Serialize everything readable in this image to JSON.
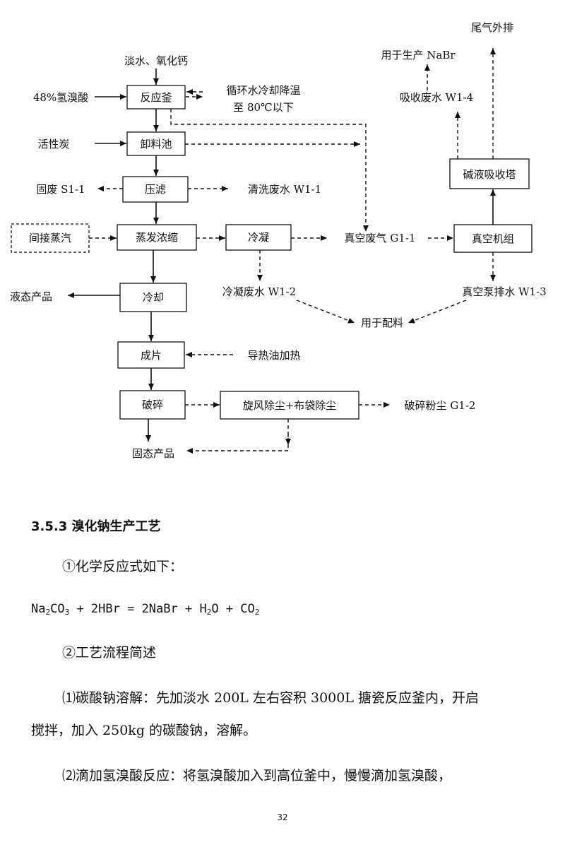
{
  "diagram": {
    "reactor": "反应釜",
    "discharge_tank": "卸料池",
    "filter_press": "压滤",
    "evaporation": "蒸发浓缩",
    "condensation": "冷凝",
    "cooling": "冷却",
    "flaking": "成片",
    "crushing": "破碎",
    "dust_removal": "旋风除尘+布袋除尘",
    "vacuum_unit": "真空机组",
    "alkali_tower": "碱液吸收塔",
    "indirect_steam": "间接蒸汽",
    "input_water_ca": "淡水、氧化钙",
    "input_hbr": "48%氢溴酸",
    "input_carbon": "活性炭",
    "cooling_water_line1": "循环水冷却降温",
    "cooling_water_line2": "至 80℃以下",
    "solid_waste": "固废 S1-1",
    "wash_water": "清洗废水 W1-1",
    "vacuum_gas": "真空废气 G1-1",
    "condensate_water": "冷凝废水 W1-2",
    "vacuum_pump_water": "真空泵排水 W1-3",
    "absorb_water": "吸收废水 W1-4",
    "for_nabr": "用于生产 NaBr",
    "exhaust": "尾气外排",
    "for_batching": "用于配料",
    "liquid_product": "液态产品",
    "heat_oil": "导热油加热",
    "crush_dust": "破碎粉尘 G1-2",
    "solid_product": "固态产品"
  },
  "text": {
    "section_title": "3.5.3 溴化钠生产工艺",
    "item1": "①化学反应式如下：",
    "equation": {
      "na": "Na",
      "na_sub": "2",
      "co": "CO",
      "co_sub": "3",
      "mid": " + 2HBr = 2NaBr + H",
      "h_sub": "2",
      "o": "O + CO",
      "co2_sub": "2"
    },
    "item2": "②工艺流程简述",
    "para1_line1": "⑴碳酸钠溶解：先加淡水 200L 左右容积 3000L 搪瓷反应釜内，开启",
    "para1_line2": "搅拌，加入 250kg 的碳酸钠，溶解。",
    "para2_line1": "⑵滴加氢溴酸反应：将氢溴酸加入到高位釜中，慢慢滴加氢溴酸，"
  },
  "page_number": "32"
}
